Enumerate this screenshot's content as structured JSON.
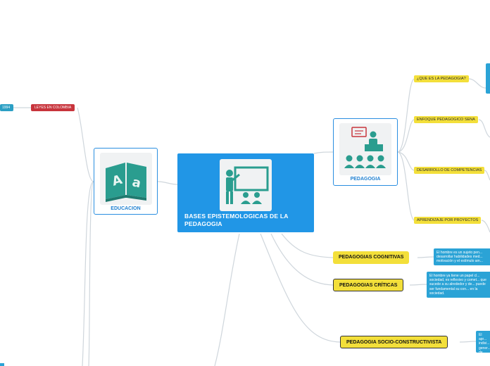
{
  "central": {
    "title": "BASES EPISTEMOLOGICAS DE LA PEDAGOGIA",
    "icon": "teacher-board-icon"
  },
  "educacion": {
    "label": "EDUCACION",
    "icon": "book-letters-icon"
  },
  "pedagogia": {
    "label": "PEDAGOGIA",
    "icon": "teacher-class-icon"
  },
  "leyes": {
    "label": "LEYES EN COLOMBIA",
    "year": "1994"
  },
  "topics": [
    "¿QUE ES LA PEDAGOGIA?",
    "ENFOQUE PEDAGOGICO SENA",
    "DESARROLLO DE COMPETENCIAS",
    "APRENDIZAJE POR PROYECTOS"
  ],
  "branches": {
    "cognitivas": "PEDAGOGIAS COGNITIVAS",
    "criticas": "PEDAGOGIAS CRÍTICAS",
    "socio": "PEDAGOGIA SOCIO-CONSTRUCTIVISTA"
  },
  "notes": {
    "cognitivas": "El hombre es un sujeto pen... desarrollar habilidades med... motivación y el estímulo am...",
    "criticas": "El hombre ya tiene un papel cl... sociedad, es reflexivo y comet... que sucede a su alrededor y de... puede ser fundamental su con... en la sociedad.",
    "socio": "El apr... indivi... gener... de co..."
  },
  "colors": {
    "central": "#2196e6",
    "card_border": "#2a8ee0",
    "yellow": "#f3df3a",
    "red": "#c8343c",
    "note": "#2ba3d6",
    "teal_icon": "#2a9d8f",
    "link": "#cfd6dc"
  }
}
